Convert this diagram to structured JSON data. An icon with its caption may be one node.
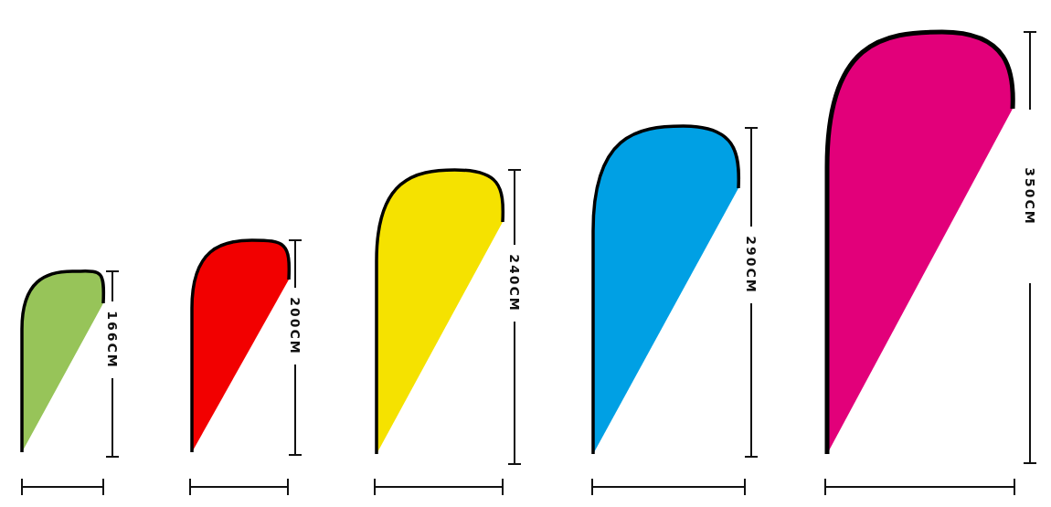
{
  "diagram": {
    "labels": [
      "166CM",
      "200CM",
      "240CM",
      "290CM",
      "350CM"
    ]
  }
}
